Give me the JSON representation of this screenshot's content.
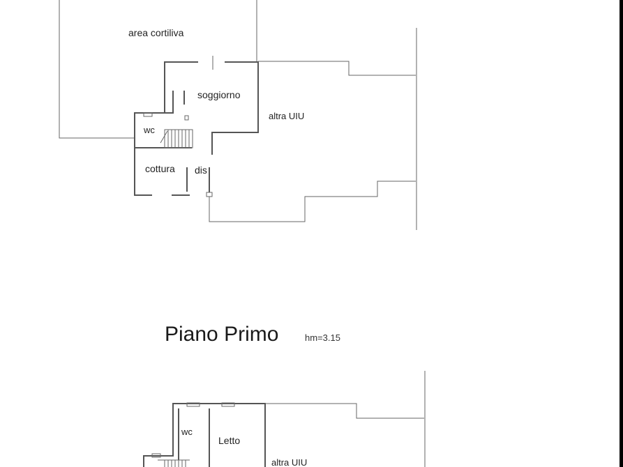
{
  "ground_floor": {
    "labels": {
      "courtyard": "area cortiliva",
      "living": "soggiorno",
      "other_unit": "altra UIU",
      "wc": "wc",
      "kitchen": "cottura",
      "hallway": "dis"
    }
  },
  "first_floor": {
    "title": "Piano Primo",
    "height_note": "hm=3.15",
    "labels": {
      "wc": "wc",
      "bedroom": "Letto",
      "other_unit": "altra UIU"
    }
  }
}
